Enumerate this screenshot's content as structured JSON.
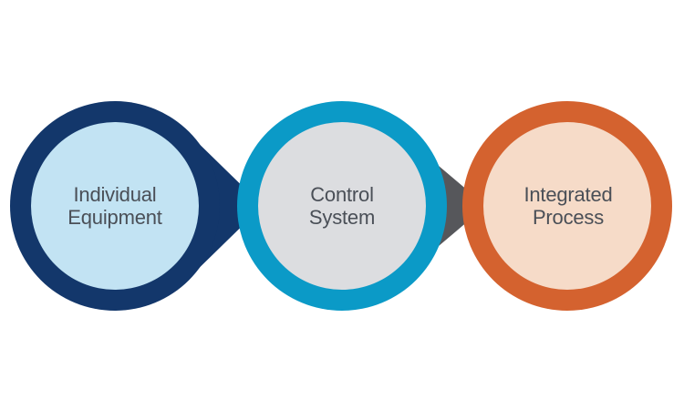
{
  "nodes": [
    {
      "line1": "Individual",
      "line2": "Equipment",
      "ring_color": "#13376b",
      "fill_color": "#c2e3f3"
    },
    {
      "line1": "Control",
      "line2": "System",
      "ring_color": "#0b9ac7",
      "fill_color": "#dcdde0"
    },
    {
      "line1": "Integrated",
      "line2": "Process",
      "ring_color": "#d4622f",
      "fill_color": "#f6dbc8"
    }
  ],
  "connector_colors": [
    "#13376b",
    "#56575b"
  ]
}
